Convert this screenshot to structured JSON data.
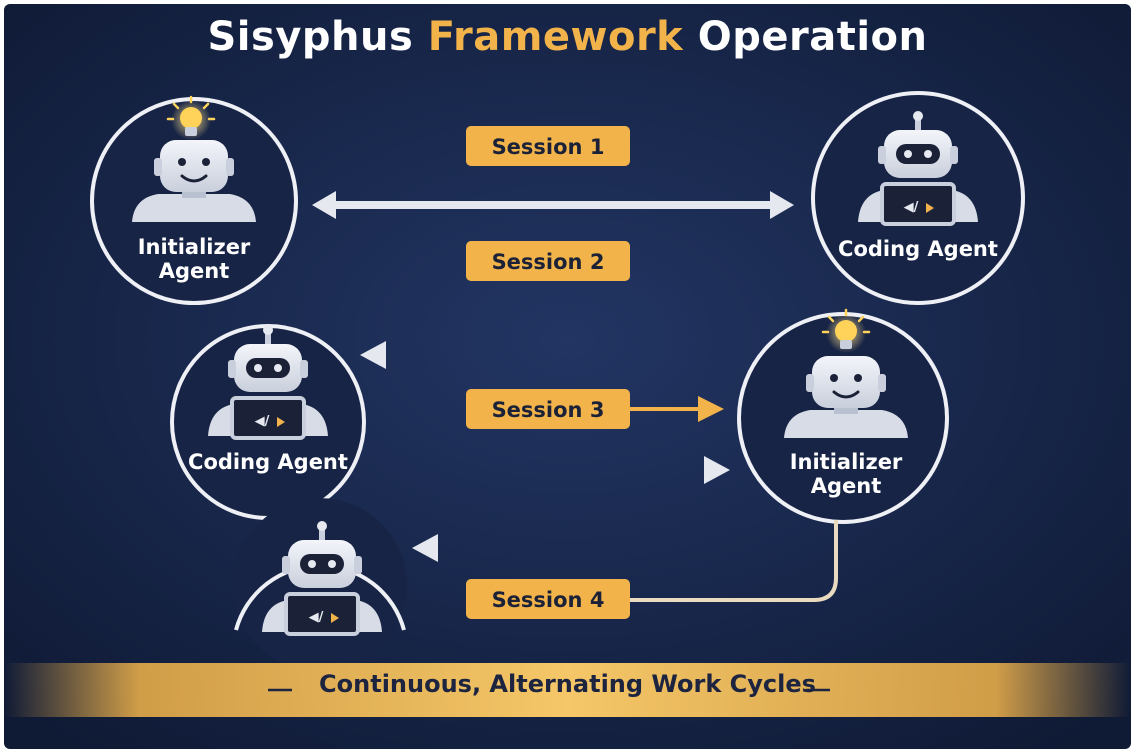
{
  "title": {
    "part1": "Sisyphus",
    "part2": "Framework",
    "part3": "Operation"
  },
  "colors": {
    "background": "#172446",
    "accent": "#f2b44a",
    "arrow_light": "#e6e8ef"
  },
  "agents": {
    "init_top_line1": "Initializer",
    "init_top_line2": "Agent",
    "coding_top": "Coding Agent",
    "coding_mid": "Coding Agent",
    "init_mid_line1": "Initializer",
    "init_mid_line2": "Agent"
  },
  "sessions": {
    "s1": "Session 1",
    "s2": "Session 2",
    "s3": "Session 3",
    "s4": "Session 4"
  },
  "code_glyph": "</>",
  "icons": [
    "lightbulb-icon",
    "robot-icon",
    "laptop-icon",
    "arrow-icon"
  ],
  "footer": "Continuous, Alternating Work Cycles"
}
